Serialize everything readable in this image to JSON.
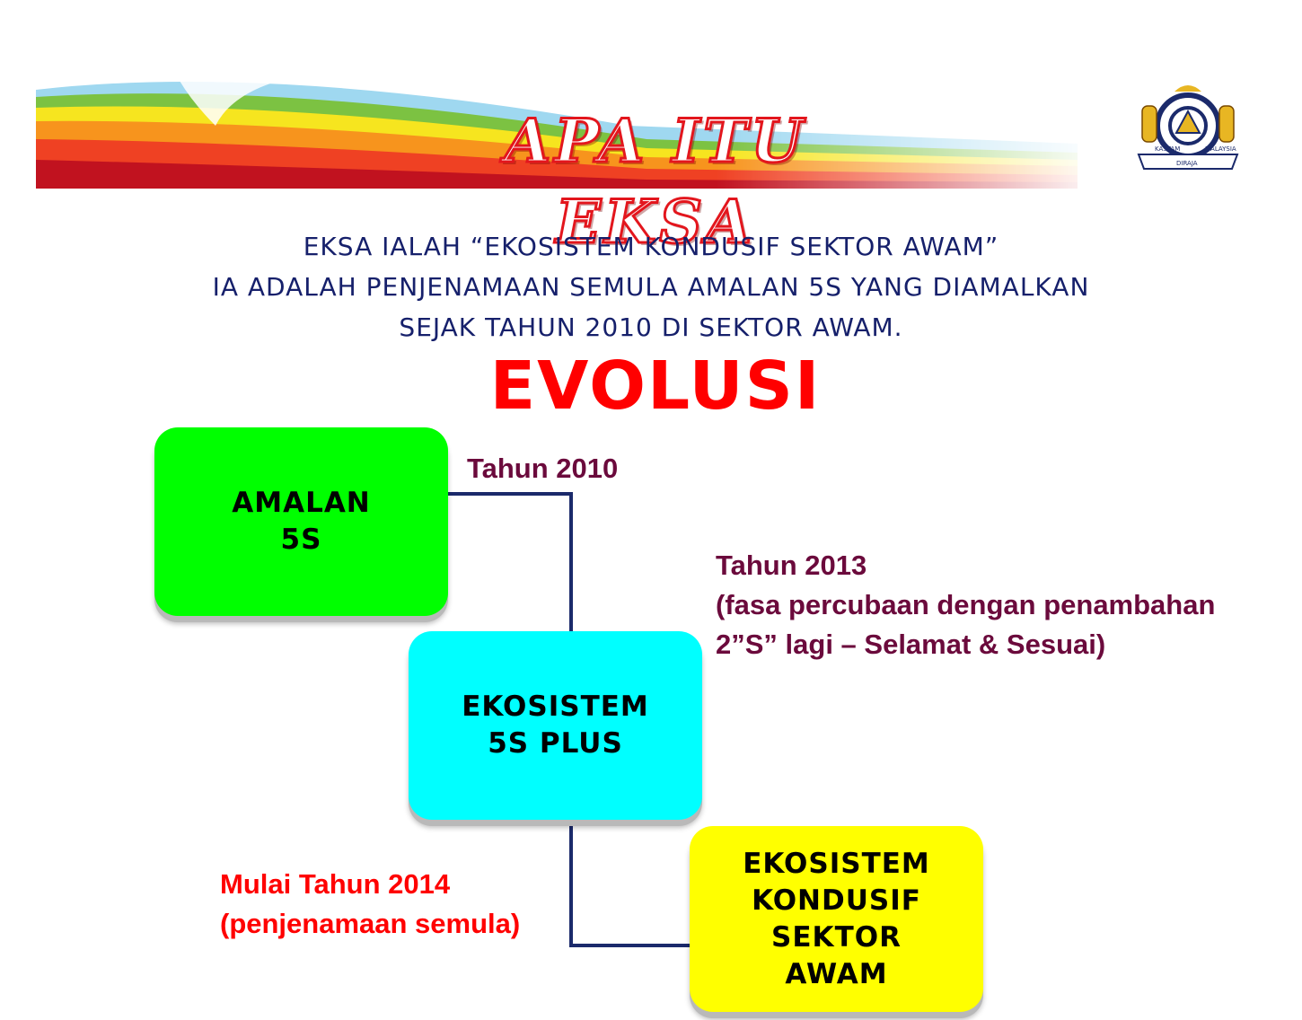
{
  "header": {
    "title": "APA ITU EKSA",
    "emblem": {
      "icon": "customs-crest-icon",
      "left_text": "KASTAM",
      "bottom_text": "DIRAJA",
      "right_text": "MALAYSIA"
    }
  },
  "intro": {
    "lines": [
      "EKSA  IALAH “EKOSISTEM KONDUSIF SEKTOR AWAM”",
      "IA ADALAH PENJENAMAAN SEMULA  AMALAN 5S YANG DIAMALKAN",
      "SEJAK TAHUN 2010 DI SEKTOR AWAM."
    ]
  },
  "heading": "EVOLUSI",
  "stages": [
    {
      "lines": [
        "AMALAN",
        "5S"
      ],
      "color": "#00ff00"
    },
    {
      "lines": [
        "EKOSISTEM",
        "5S PLUS"
      ],
      "color": "#00ffff"
    },
    {
      "lines": [
        "EKOSISTEM",
        "KONDUSIF",
        "SEKTOR",
        "AWAM"
      ],
      "color": "#ffff00"
    }
  ],
  "notes": {
    "year_2010": "Tahun 2010",
    "year_2013": {
      "line1": "Tahun 2013",
      "line2": "(fasa percubaan dengan penambahan",
      "line3": "2”S” lagi  – Selamat & Sesuai)"
    },
    "year_2014": {
      "line1": "Mulai Tahun 2014",
      "line2": "(penjenamaan semula)"
    }
  },
  "colors": {
    "title_red": "#e3161d",
    "intro_navy": "#16206b",
    "heading_red": "#ff0000",
    "note_maroon": "#6b0a3c",
    "connector_navy": "#1b2a6b"
  }
}
